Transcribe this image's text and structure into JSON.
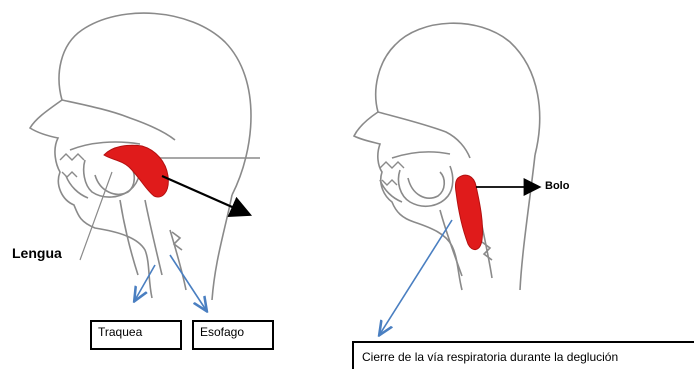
{
  "figure": {
    "left_panel": {
      "label_tongue": "Lengua",
      "label_trachea": "Traquea",
      "label_esophagus": "Esofago"
    },
    "right_panel": {
      "label_bolus": "Bolo",
      "caption": "Cierre de la vía respiratoria durante la deglución"
    }
  },
  "colors": {
    "outline": "#8a8a8a",
    "bolus_red": "#e01b1b",
    "arrow_blue": "#4a7fc1",
    "arrow_black": "#000000"
  }
}
